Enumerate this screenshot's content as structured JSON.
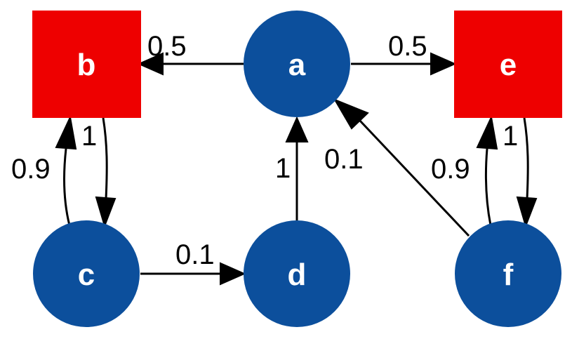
{
  "colors": {
    "square_node": "#ee0000",
    "circle_node": "#0c4f9c",
    "node_text": "#ffffff",
    "edge": "#000000"
  },
  "nodes": {
    "a": {
      "label": "a",
      "shape": "circle"
    },
    "b": {
      "label": "b",
      "shape": "square"
    },
    "c": {
      "label": "c",
      "shape": "circle"
    },
    "d": {
      "label": "d",
      "shape": "circle"
    },
    "e": {
      "label": "e",
      "shape": "square"
    },
    "f": {
      "label": "f",
      "shape": "circle"
    }
  },
  "edges": {
    "a_b": {
      "from": "a",
      "to": "b",
      "label": "0.5"
    },
    "a_e": {
      "from": "a",
      "to": "e",
      "label": "0.5"
    },
    "b_c": {
      "from": "b",
      "to": "c",
      "label": "1"
    },
    "c_b": {
      "from": "c",
      "to": "b",
      "label": "0.9"
    },
    "c_d": {
      "from": "c",
      "to": "d",
      "label": "0.1"
    },
    "d_a": {
      "from": "d",
      "to": "a",
      "label": "1"
    },
    "e_f": {
      "from": "e",
      "to": "f",
      "label": "1"
    },
    "f_e": {
      "from": "f",
      "to": "e",
      "label": "0.9"
    },
    "f_a": {
      "from": "f",
      "to": "a",
      "label": "0.1"
    }
  }
}
